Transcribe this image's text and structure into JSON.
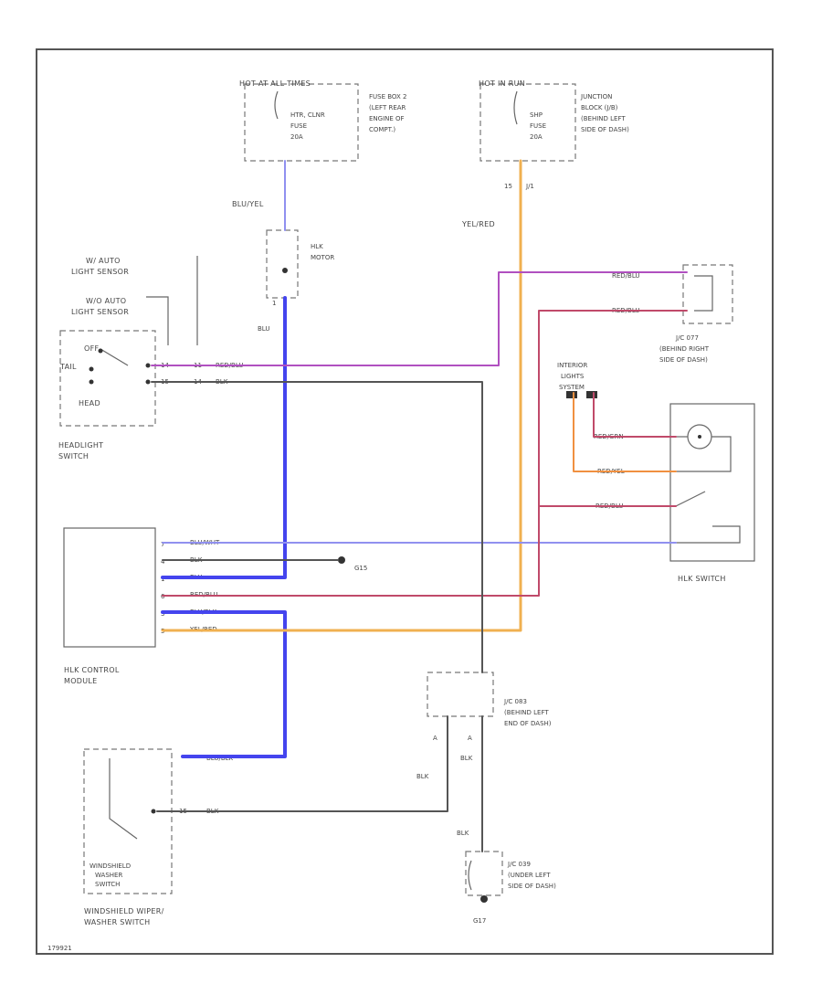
{
  "fuse_left": {
    "hot": "HOT AT ALL TIMES",
    "fuse_l1": "HTR, CLNR",
    "fuse_l2": "FUSE",
    "fuse_l3": "20A",
    "loc_l1": "FUSE BOX 2",
    "loc_l2": "(LEFT REAR",
    "loc_l3": "ENGINE OF",
    "loc_l4": "COMPT.)"
  },
  "fuse_right": {
    "hot": "HOT IN RUN",
    "fuse_l1": "SHP",
    "fuse_l2": "FUSE",
    "fuse_l3": "20A",
    "loc_l1": "JUNCTION",
    "loc_l2": "BLOCK (J/B)",
    "loc_l3": "(BEHIND LEFT",
    "loc_l4": "SIDE OF DASH)",
    "pin": "15",
    "pin2": "J/1"
  },
  "motor": {
    "wire": "BLU/YEL",
    "label_l1": "HLK",
    "label_l2": "MOTOR",
    "pin": "1",
    "wire_out": "BLU"
  },
  "sensors": {
    "s1_l1": "W/ AUTO",
    "s1_l2": "LIGHT SENSOR",
    "s2_l1": "W/O AUTO",
    "s2_l2": "LIGHT SENSOR"
  },
  "headlight_switch": {
    "off": "OFF",
    "tail": "TAIL",
    "head": "HEAD",
    "label_l1": "HEADLIGHT",
    "label_l2": "SWITCH",
    "pin1": "14",
    "pin2": "11",
    "pin3": "15",
    "pin4": "14",
    "wire1": "RED/BLU",
    "wire2": "BLK"
  },
  "jc_top": {
    "wire1": "RED/BLU",
    "wire2": "RED/BLU",
    "label_l1": "J/C 077",
    "label_l2": "(BEHIND RIGHT",
    "label_l3": "SIDE OF DASH)"
  },
  "interior_lights": {
    "label_l1": "INTERIOR",
    "label_l2": "LIGHTS",
    "label_l3": "SYSTEM"
  },
  "hlk_switch": {
    "wire1": "RED/GRN",
    "wire2": "RED/YEL",
    "wire3": "RED/BLU",
    "label": "HLK SWITCH"
  },
  "module": {
    "label_l1": "HLK CONTROL",
    "label_l2": "MODULE",
    "pin1": "7",
    "pin2": "4",
    "pin3": "1",
    "pin4": "6",
    "pin5": "3",
    "pin6": "5",
    "wire1": "BLU/WHT",
    "wire2": "BLK",
    "wire3": "BLU",
    "wire4": "RED/BLU",
    "wire5": "BLU/BLK",
    "wire6": "YEL/RED",
    "ground": "G15"
  },
  "yellow_wire": "YEL/RED",
  "jc_mid": {
    "label_l1": "J/C 083",
    "label_l2": "(BEHIND LEFT",
    "label_l3": "END OF DASH)",
    "pin_a": "A",
    "pin_b": "A",
    "wire1": "BLK",
    "wire2": "BLK"
  },
  "washer": {
    "wire1": "BLU/BLK",
    "pin": "15",
    "wire2": "BLK",
    "inner_l1": "WINDSHIELD",
    "inner_l2": "WASHER",
    "inner_l3": "SWITCH",
    "label_l1": "WINDSHIELD WIPER/",
    "label_l2": "WASHER SWITCH"
  },
  "jc_bottom": {
    "wire": "BLK",
    "label_l1": "J/C 039",
    "label_l2": "(UNDER LEFT",
    "label_l3": "SIDE OF DASH)",
    "ground": "G17"
  },
  "footer": "179921"
}
